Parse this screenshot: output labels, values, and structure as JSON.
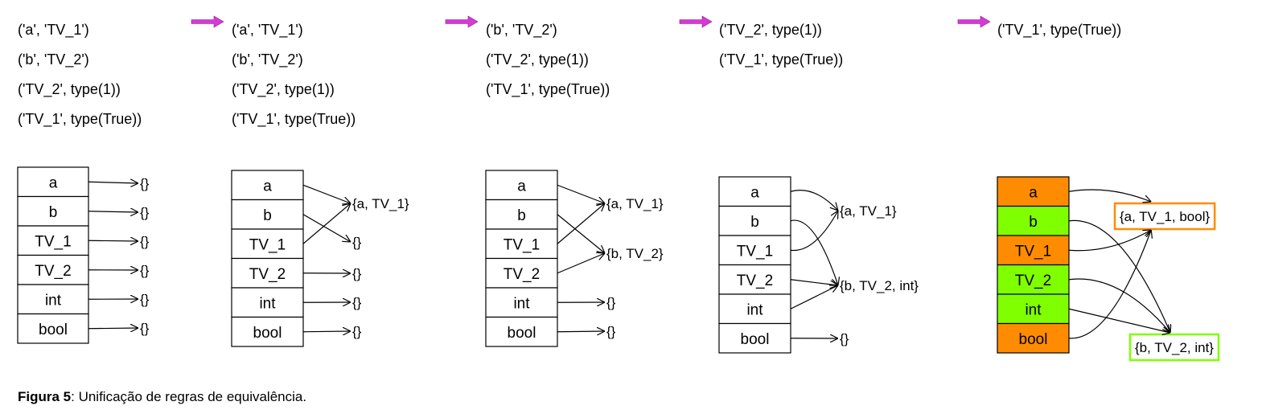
{
  "colors": {
    "line": "#000000",
    "step_arrow": "#d63ad6",
    "orange": "#ff8c00",
    "green": "#7fff00"
  },
  "panels": [
    {
      "rules": [
        "('a', 'TV_1')",
        "('b', 'TV_2')",
        "('TV_2', type(1))",
        "('TV_1', type(True))"
      ],
      "table": [
        {
          "label": "a",
          "fill": "none"
        },
        {
          "label": "b",
          "fill": "none"
        },
        {
          "label": "TV_1",
          "fill": "none"
        },
        {
          "label": "TV_2",
          "fill": "none"
        },
        {
          "label": "int",
          "fill": "none"
        },
        {
          "label": "bool",
          "fill": "none"
        }
      ],
      "sets": [
        "{}",
        "{}",
        "{}",
        "{}",
        "{}",
        "{}"
      ],
      "mapping": [
        0,
        1,
        2,
        3,
        4,
        5
      ]
    },
    {
      "rules": [
        "('a', 'TV_1')",
        "('b', 'TV_2')",
        "('TV_2', type(1))",
        "('TV_1', type(True))"
      ],
      "table": [
        {
          "label": "a",
          "fill": "none"
        },
        {
          "label": "b",
          "fill": "none"
        },
        {
          "label": "TV_1",
          "fill": "none"
        },
        {
          "label": "TV_2",
          "fill": "none"
        },
        {
          "label": "int",
          "fill": "none"
        },
        {
          "label": "bool",
          "fill": "none"
        }
      ],
      "sets": [
        "{a, TV_1}",
        "{}",
        "{}",
        "{}",
        "{}"
      ],
      "mapping": [
        0,
        1,
        0,
        2,
        3,
        4
      ]
    },
    {
      "rules": [
        "('b', 'TV_2')",
        "('TV_2', type(1))",
        "('TV_1', type(True))"
      ],
      "table": [
        {
          "label": "a",
          "fill": "none"
        },
        {
          "label": "b",
          "fill": "none"
        },
        {
          "label": "TV_1",
          "fill": "none"
        },
        {
          "label": "TV_2",
          "fill": "none"
        },
        {
          "label": "int",
          "fill": "none"
        },
        {
          "label": "bool",
          "fill": "none"
        }
      ],
      "sets": [
        "{a, TV_1}",
        "{b, TV_2}",
        "{}",
        "{}"
      ],
      "mapping": [
        0,
        1,
        0,
        1,
        2,
        3
      ]
    },
    {
      "rules": [
        "('TV_2', type(1))",
        "('TV_1', type(True))"
      ],
      "table": [
        {
          "label": "a",
          "fill": "none"
        },
        {
          "label": "b",
          "fill": "none"
        },
        {
          "label": "TV_1",
          "fill": "none"
        },
        {
          "label": "TV_2",
          "fill": "none"
        },
        {
          "label": "int",
          "fill": "none"
        },
        {
          "label": "bool",
          "fill": "none"
        }
      ],
      "sets": [
        "{a, TV_1}",
        "{b, TV_2, int}",
        "{}"
      ],
      "mapping": [
        0,
        1,
        0,
        1,
        1,
        2
      ]
    },
    {
      "rules": [
        "('TV_1', type(True))"
      ],
      "table": [
        {
          "label": "a",
          "fill": "orange"
        },
        {
          "label": "b",
          "fill": "green"
        },
        {
          "label": "TV_1",
          "fill": "orange"
        },
        {
          "label": "TV_2",
          "fill": "green"
        },
        {
          "label": "int",
          "fill": "green"
        },
        {
          "label": "bool",
          "fill": "orange"
        }
      ],
      "sets": [
        "{a, TV_1, bool}",
        "{b, TV_2, int}"
      ],
      "set_borders": [
        "orange",
        "green"
      ],
      "mapping": [
        0,
        1,
        0,
        1,
        1,
        0
      ]
    }
  ],
  "caption": {
    "label": "Figura 5",
    "text": ": Unificação de regras de equivalência."
  }
}
